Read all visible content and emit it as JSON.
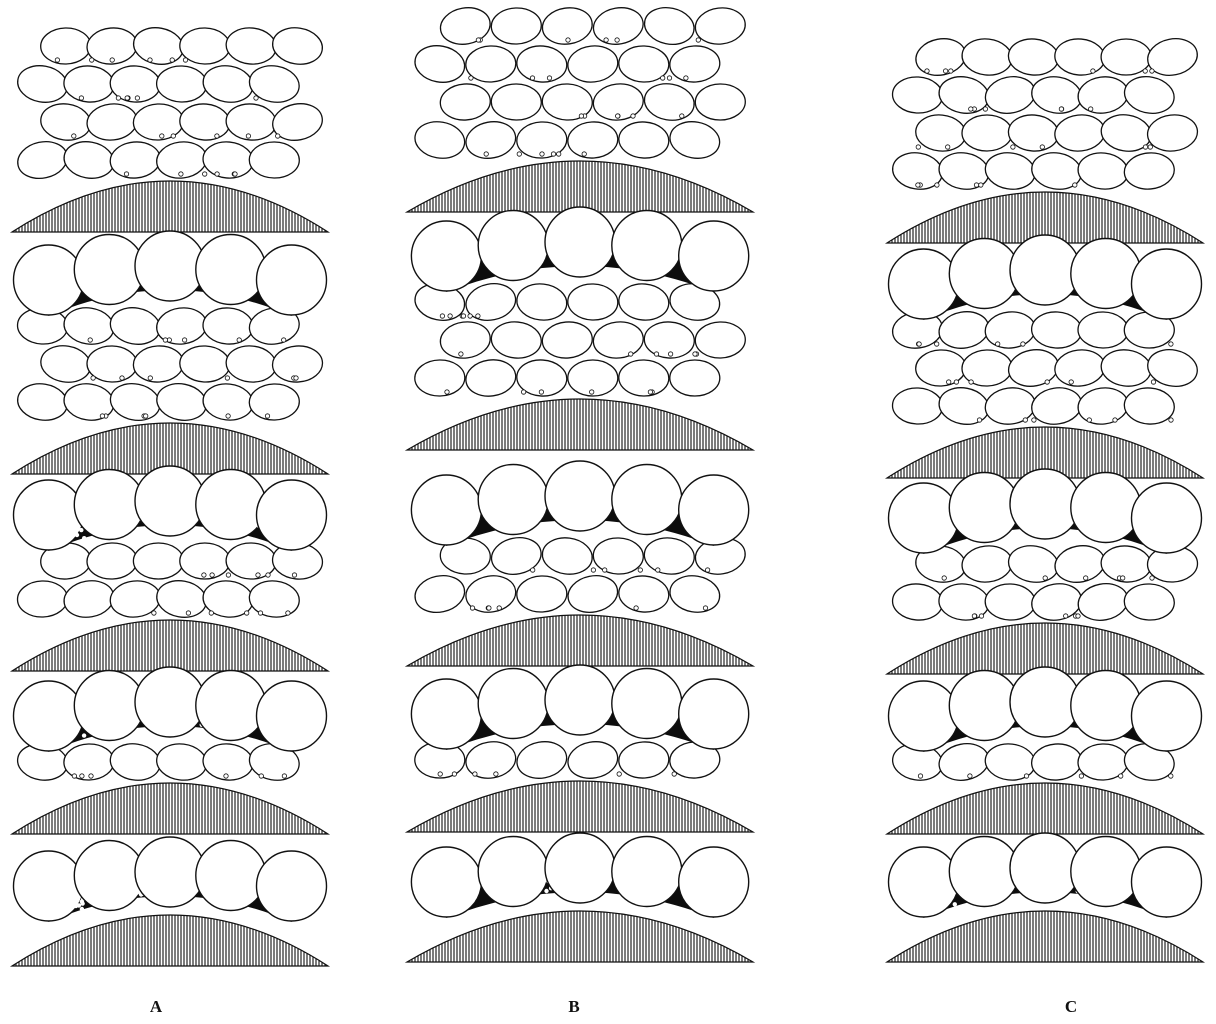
{
  "columns": [
    {
      "label": "A"
    },
    {
      "label": "B"
    },
    {
      "label": "C"
    }
  ],
  "colors": {
    "ink": "#111111",
    "paper": "#ffffff",
    "binder": "#0d0d0d"
  }
}
